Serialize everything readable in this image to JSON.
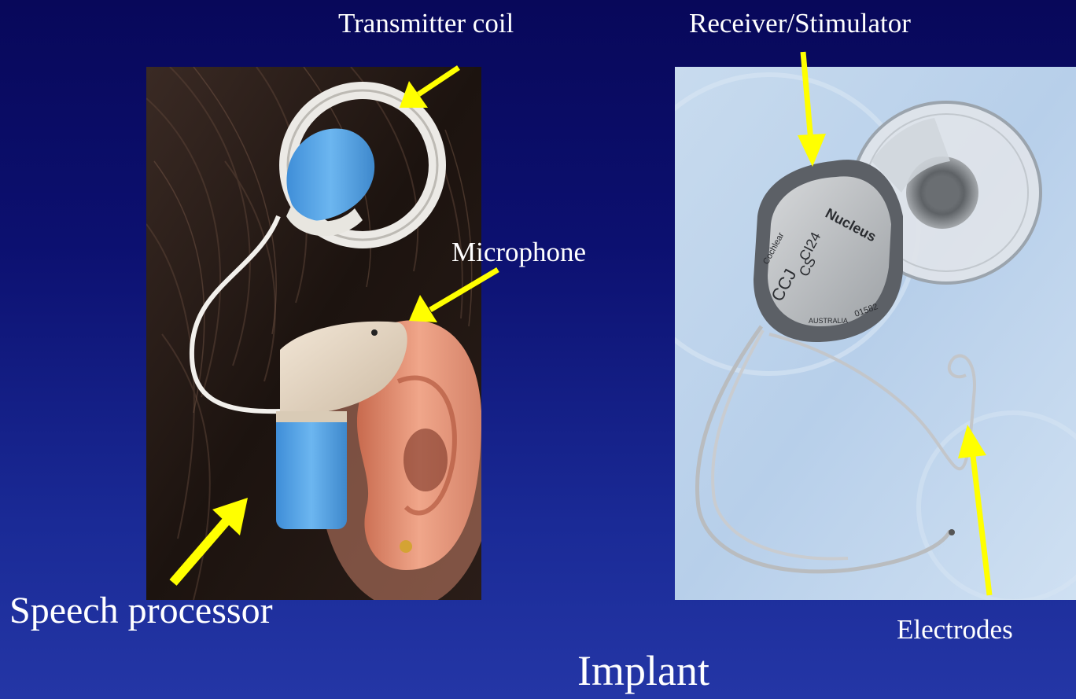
{
  "labels": {
    "transmitter_coil": "Transmitter coil",
    "receiver_stimulator": "Receiver/Stimulator",
    "microphone": "Microphone",
    "speech_processor": "Speech processor",
    "electrodes": "Electrodes",
    "implant": "Implant"
  },
  "implant_markings": {
    "brand": "Nucleus",
    "model_top": "CI24",
    "model_bottom": "CS",
    "code": "CCJ",
    "maker": "Cochlear",
    "country": "AUSTRALIA",
    "serial": "01582"
  },
  "colors": {
    "background_top": "#08085a",
    "background_bottom": "#2436a6",
    "arrow": "#ffff00",
    "label_text": "#ffffff",
    "device_blue": "#5aa8e6"
  }
}
